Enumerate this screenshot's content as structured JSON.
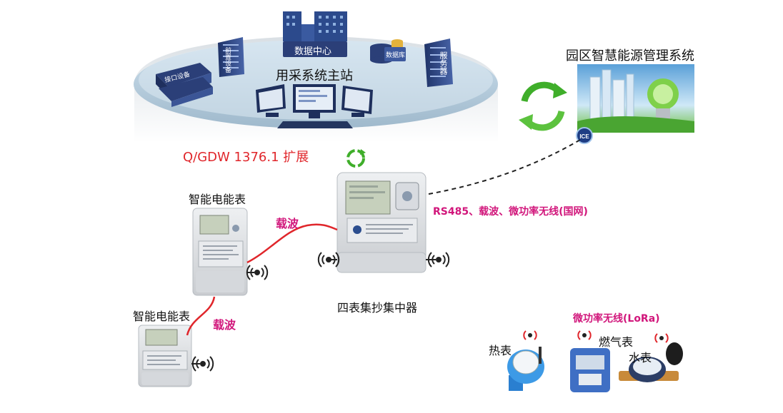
{
  "master_station": {
    "title": "用采系统主站",
    "data_center_label": "数据中心",
    "database_label": "数据库",
    "left_server_labels": [
      "前置设备",
      "接口设备"
    ],
    "right_server_label": "服务器"
  },
  "protocol_label": "Q/GDW 1376.1 扩展",
  "park_system": {
    "title": "园区智慧能源管理系统"
  },
  "concentrator": {
    "label": "四表集抄集中器",
    "link_label": "RS485、载波、微功率无线(国网)"
  },
  "meters": [
    {
      "label": "智能电能表",
      "link_label": "载波"
    },
    {
      "label": "智能电能表",
      "link_label": "载波"
    }
  ],
  "wireless": {
    "label": "微功率无线(LoRa)",
    "devices": [
      {
        "label": "热表"
      },
      {
        "label": "燃气表"
      },
      {
        "label": "水表"
      }
    ]
  },
  "colors": {
    "red": "#e0262b",
    "magenta": "#d1167b",
    "green": "#3fae2a",
    "navy": "#2b3f78"
  }
}
